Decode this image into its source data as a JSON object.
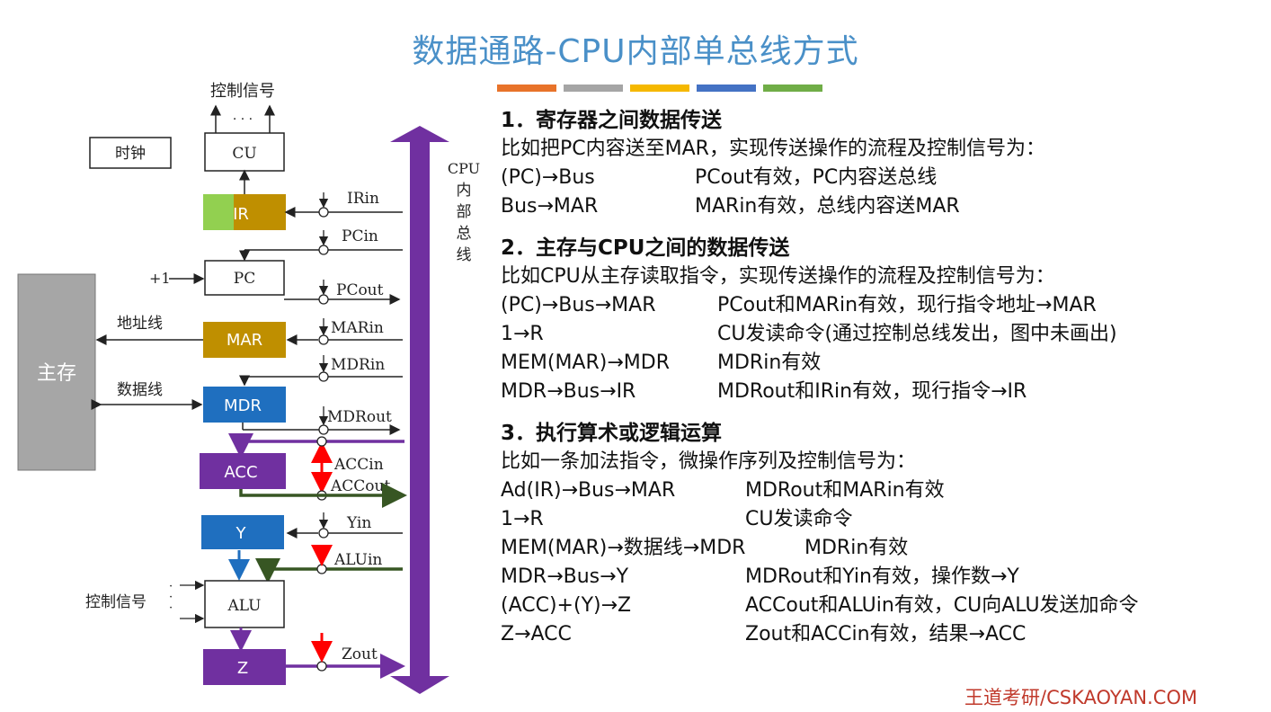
{
  "title": "数据通路-CPU内部单总线方式",
  "footer": "王道考研/CSKAOYAN.COM",
  "colors": {
    "title": "#4a90c8",
    "bars": [
      "#e8732a",
      "#a5a5a5",
      "#f5b800",
      "#4472c4",
      "#70ad47"
    ],
    "bus": "#7030a0",
    "mar": "#bf8f00",
    "mdr": "#1f6fbf",
    "acc": "#7030a0",
    "y": "#1f6fbf",
    "z": "#7030a0",
    "ir_green": "#92d050",
    "ir_gold": "#bf8f00",
    "red_arrow": "#ff0000",
    "dark_green": "#375623",
    "main_memory": "#a6a6a6"
  },
  "diagram": {
    "control_signals_top": "控制信号",
    "dots": "· · ·",
    "clock": "时钟",
    "cu": "CU",
    "ir": "IR",
    "pc": "PC",
    "plus_one": "+1",
    "mar": "MAR",
    "mdr": "MDR",
    "acc": "ACC",
    "y": "Y",
    "alu": "ALU",
    "z": "Z",
    "address_line": "地址线",
    "data_line": "数据线",
    "control_signals_alu": "控制信号",
    "main_memory": "主存",
    "bus_label": [
      "CPU",
      "内",
      "部",
      "总",
      "线"
    ],
    "signals": {
      "irin": "IRin",
      "pcin": "PCin",
      "pcout": "PCout",
      "marin": "MARin",
      "mdrin": "MDRin",
      "mdrout": "MDRout",
      "accin": "ACCin",
      "accout": "ACCout",
      "yin": "Yin",
      "aluin": "ALUin",
      "zout": "Zout"
    }
  },
  "sections": [
    {
      "title": "1．寄存器之间数据传送",
      "intro": "比如把PC内容送至MAR，实现传送操作的流程及控制信号为：",
      "rows": [
        {
          "op": "(PC)→Bus",
          "desc": "PCout有效，PC内容送总线"
        },
        {
          "op": "Bus→MAR",
          "desc": "MARin有效，总线内容送MAR"
        }
      ]
    },
    {
      "title": "2．主存与CPU之间的数据传送",
      "intro": "比如CPU从主存读取指令，实现传送操作的流程及控制信号为：",
      "rows": [
        {
          "op": "(PC)→Bus→MAR",
          "desc": "PCout和MARin有效，现行指令地址→MAR"
        },
        {
          "op": "1→R",
          "desc": "CU发读命令(通过控制总线发出，图中未画出)"
        },
        {
          "op": "MEM(MAR)→MDR",
          "desc": "MDRin有效"
        },
        {
          "op": "MDR→Bus→IR",
          "desc": "MDRout和IRin有效，现行指令→IR"
        }
      ]
    },
    {
      "title": "3．执行算术或逻辑运算",
      "intro": "比如一条加法指令，微操作序列及控制信号为：",
      "rows": [
        {
          "op": "Ad(IR)→Bus→MAR",
          "desc": "MDRout和MARin有效"
        },
        {
          "op": "1→R",
          "desc": "CU发读命令"
        },
        {
          "op": "MEM(MAR)→数据线→MDR",
          "desc": "MDRin有效"
        },
        {
          "op": "MDR→Bus→Y",
          "desc": "MDRout和Yin有效，操作数→Y"
        },
        {
          "op": "(ACC)+(Y)→Z",
          "desc": "ACCout和ALUin有效，CU向ALU发送加命令"
        },
        {
          "op": "Z→ACC",
          "desc": "Zout和ACCin有效，结果→ACC"
        }
      ]
    }
  ]
}
